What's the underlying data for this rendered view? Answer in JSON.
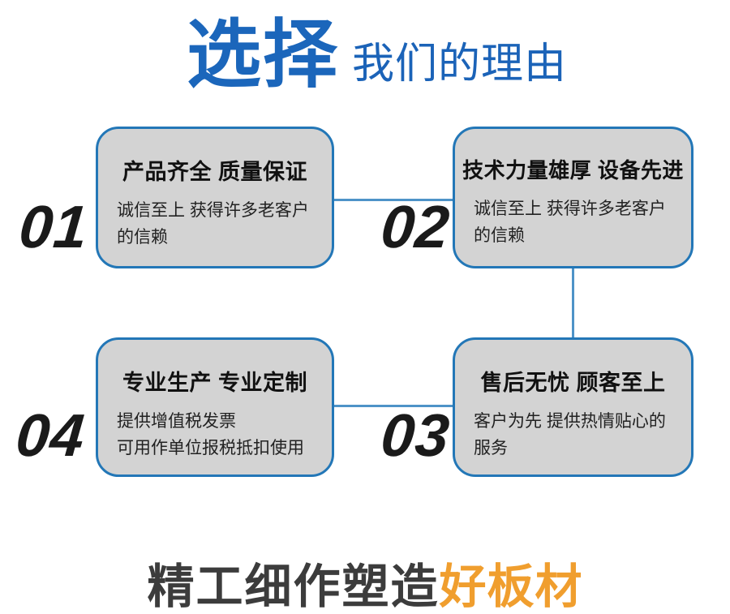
{
  "header": {
    "title_main": "选择",
    "title_sub": "我们的理由"
  },
  "cards": [
    {
      "number": "01",
      "title": "产品齐全 质量保证",
      "desc_line1": "诚信至上 获得许多老客户",
      "desc_line2": "的信赖"
    },
    {
      "number": "02",
      "title": "技术力量雄厚 设备先进",
      "desc_line1": "诚信至上 获得许多老客户",
      "desc_line2": "的信赖"
    },
    {
      "number": "03",
      "title": "售后无忧 顾客至上",
      "desc_line1": "客户为先 提供热情贴心的",
      "desc_line2": "服务"
    },
    {
      "number": "04",
      "title": "专业生产 专业定制",
      "desc_line1": "提供增值税发票",
      "desc_line2": "可用作单位报税抵扣使用"
    }
  ],
  "footer": {
    "text_main": "精工细作塑造",
    "text_highlight": "好板材"
  },
  "colors": {
    "title_blue": "#1b66bb",
    "card_border_blue": "#2377b7",
    "card_background_gray": "#d3d3d3",
    "connector_blue": "#4e93c8",
    "number_black": "#1a1a1a",
    "footer_dark_gray": "#3c3c3c",
    "footer_orange": "#f09e2e"
  }
}
